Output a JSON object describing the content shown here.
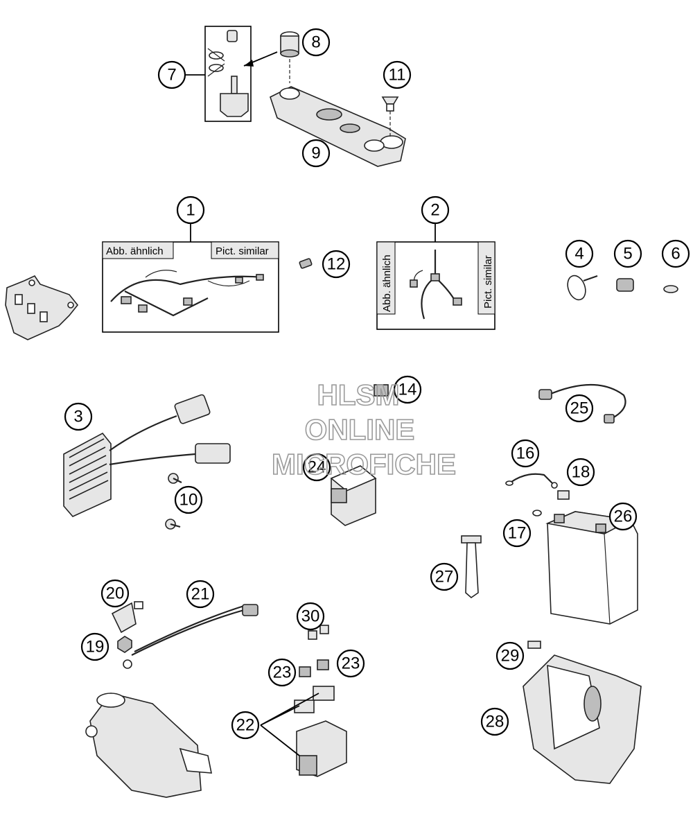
{
  "callouts": [
    "1",
    "2",
    "3",
    "4",
    "5",
    "6",
    "7",
    "8",
    "9",
    "10",
    "11",
    "12",
    "14",
    "16",
    "17",
    "18",
    "19",
    "20",
    "21",
    "22",
    "23",
    "23",
    "24",
    "25",
    "26",
    "27",
    "28",
    "29",
    "30"
  ],
  "box1": {
    "label_left": "Abb. ähnlich",
    "label_right": "Pict. similar"
  },
  "box2": {
    "label_left": "Abb. ähnlich",
    "label_right": "Pict. similar"
  },
  "watermark": {
    "line1": "HLSM",
    "line2": "ONLINE",
    "line3": "MICROFICHE"
  }
}
